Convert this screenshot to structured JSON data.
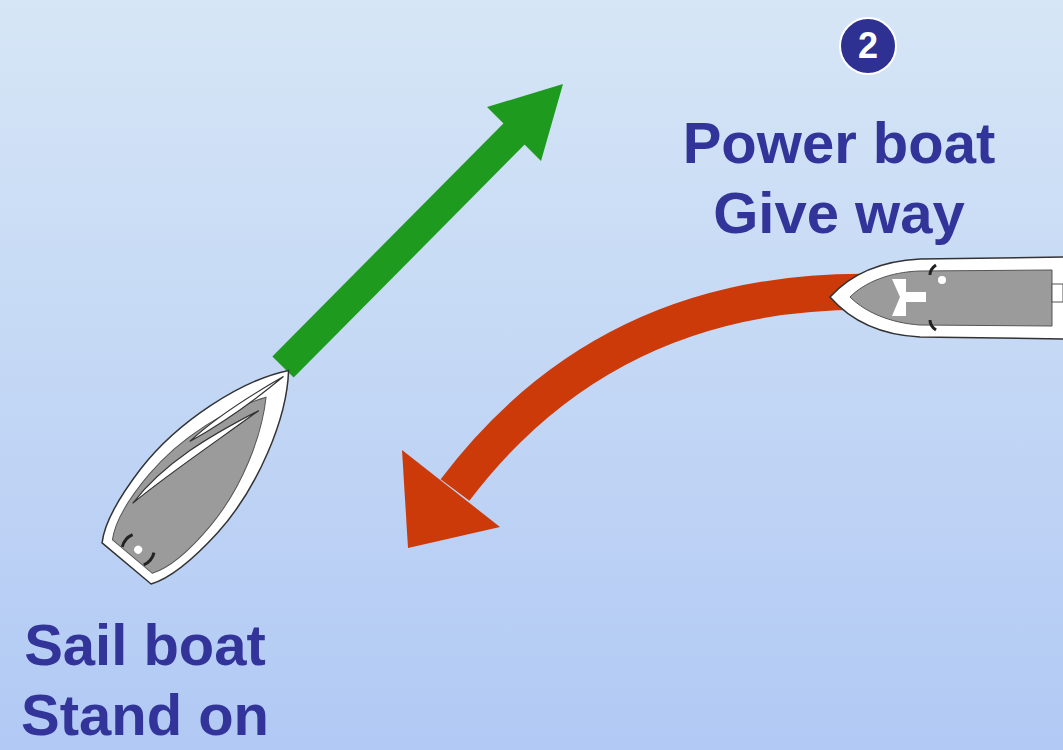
{
  "diagram": {
    "labels": [
      "2",
      "Power boat Give way",
      "Sail boat Stand on"
    ]
  }
}
